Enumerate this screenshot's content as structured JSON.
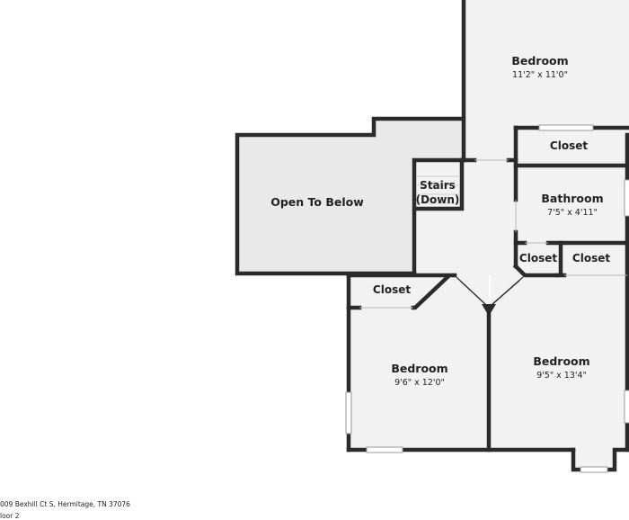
{
  "colors": {
    "wall": "#2b2b2b",
    "floor": "#f2f2f2",
    "open_area": "#e9e9e9",
    "window": "#ffffff"
  },
  "rooms": {
    "bedroom_top": {
      "name": "Bedroom",
      "dims": "11'2\" x 11'0\""
    },
    "closet_top": {
      "name": "Closet"
    },
    "bathroom": {
      "name": "Bathroom",
      "dims": "7'5\" x 4'11\""
    },
    "stairs": {
      "line1": "Stairs",
      "line2": "(Down)"
    },
    "open_to_below": {
      "name": "Open To Below"
    },
    "closet_small": {
      "name": "Closet"
    },
    "closet_right": {
      "name": "Closet"
    },
    "closet_left": {
      "name": "Closet"
    },
    "bedroom_left": {
      "name": "Bedroom",
      "dims": "9'6\" x 12'0\""
    },
    "bedroom_right": {
      "name": "Bedroom",
      "dims": "9'5\" x 13'4\""
    }
  },
  "footer": {
    "address": "009 Bexhill Ct S, Hermitage, TN 37076",
    "floor": "loor 2"
  }
}
